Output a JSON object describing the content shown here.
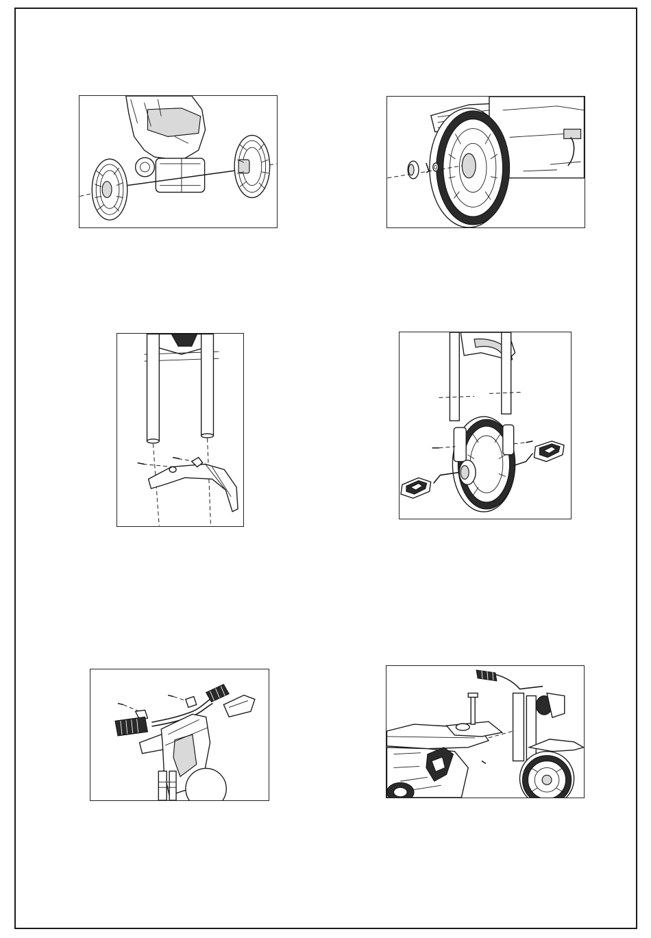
{
  "page": {
    "figures": [
      {
        "id": 1,
        "name": "rear-wheels-on-axle"
      },
      {
        "id": 2,
        "name": "rear-wheel-cap-nut-washer"
      },
      {
        "id": 3,
        "name": "front-fender-on-fork"
      },
      {
        "id": 4,
        "name": "front-wheel-with-pedals"
      },
      {
        "id": 5,
        "name": "handlebar-grips-and-mirrors"
      },
      {
        "id": 6,
        "name": "handlebar-bolt-to-frame"
      }
    ]
  }
}
